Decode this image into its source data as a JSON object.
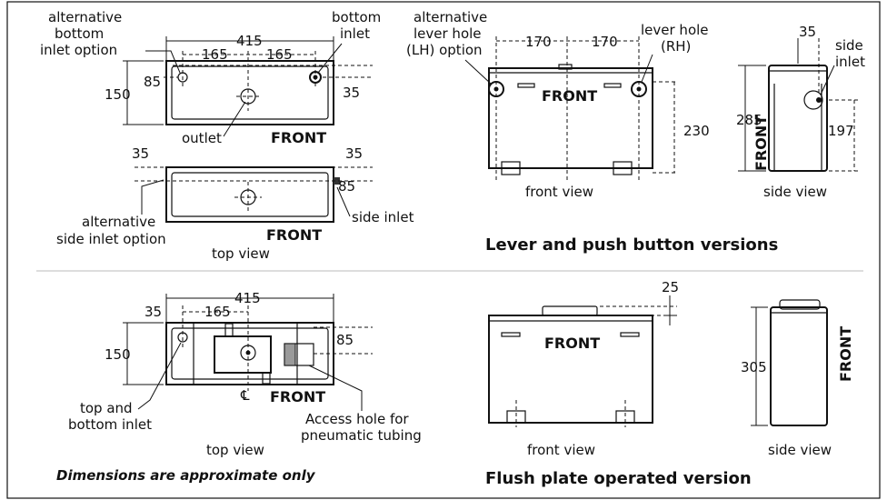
{
  "labels": {
    "alt_bottom_inlet": [
      "alternative",
      "bottom",
      "inlet option"
    ],
    "bottom_inlet": [
      "bottom",
      "inlet"
    ],
    "alt_lever_hole": [
      "alternative",
      "lever hole",
      "(LH) option"
    ],
    "lever_hole_rh": [
      "lever hole",
      "(RH)"
    ],
    "side_inlet_top": [
      "side",
      "inlet"
    ],
    "outlet": "outlet",
    "front": "FRONT",
    "side_inlet": "side inlet",
    "alt_side_inlet": [
      "alternative",
      "side inlet option"
    ],
    "top_view": "top view",
    "front_view": "front view",
    "side_view": "side view",
    "top_bottom_inlet": [
      "top and",
      "bottom inlet"
    ],
    "access_hole": [
      "Access hole for",
      "pneumatic tubing"
    ],
    "centerline": "℄"
  },
  "dimensions": {
    "d415": "415",
    "d165": "165",
    "d150": "150",
    "d85": "85",
    "d35": "35",
    "d170": "170",
    "d230": "230",
    "d285": "285",
    "d197": "197",
    "d25": "25",
    "d305": "305"
  },
  "headings": {
    "lever": "Lever and push button versions",
    "flush": "Flush plate operated version"
  },
  "note": "Dimensions are approximate only"
}
